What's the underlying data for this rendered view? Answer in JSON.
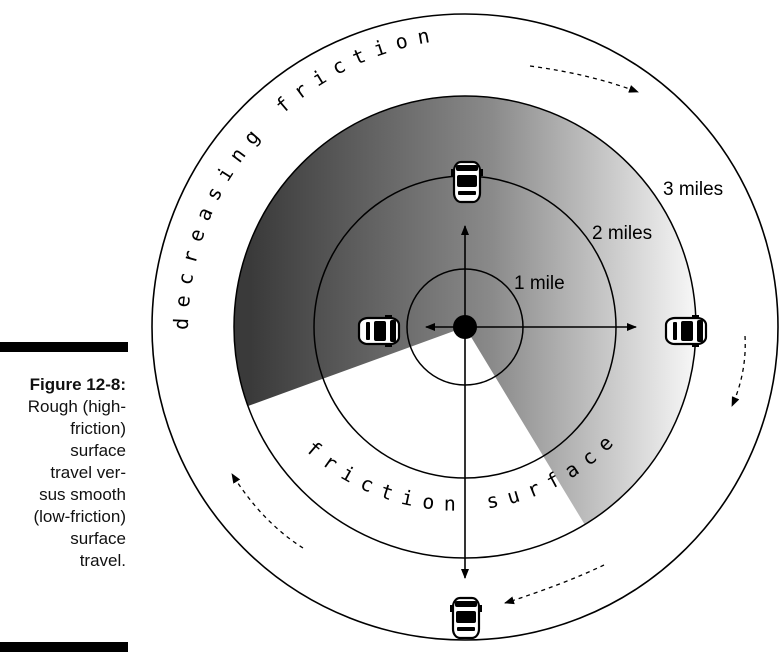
{
  "caption": {
    "figure_number": "Figure 12-8:",
    "lines": [
      "Rough (high-",
      "friction)",
      "surface",
      "travel ver-",
      "sus smooth",
      "(low-friction)",
      "surface",
      "travel."
    ]
  },
  "labels": {
    "one_mile": "1 mile",
    "two_miles": "2 miles",
    "three_miles": "3 miles",
    "decreasing_friction": "decreasing friction",
    "friction_surface": "friction surface"
  },
  "colors": {
    "dark_shade": "#3a3a3a",
    "light_shade": "#f4f4f4",
    "line": "#000000"
  },
  "icons": [
    "car-icon-top",
    "car-icon-left",
    "car-icon-right",
    "car-icon-bottom",
    "center-dot-icon",
    "dashed-arrow-icon"
  ]
}
